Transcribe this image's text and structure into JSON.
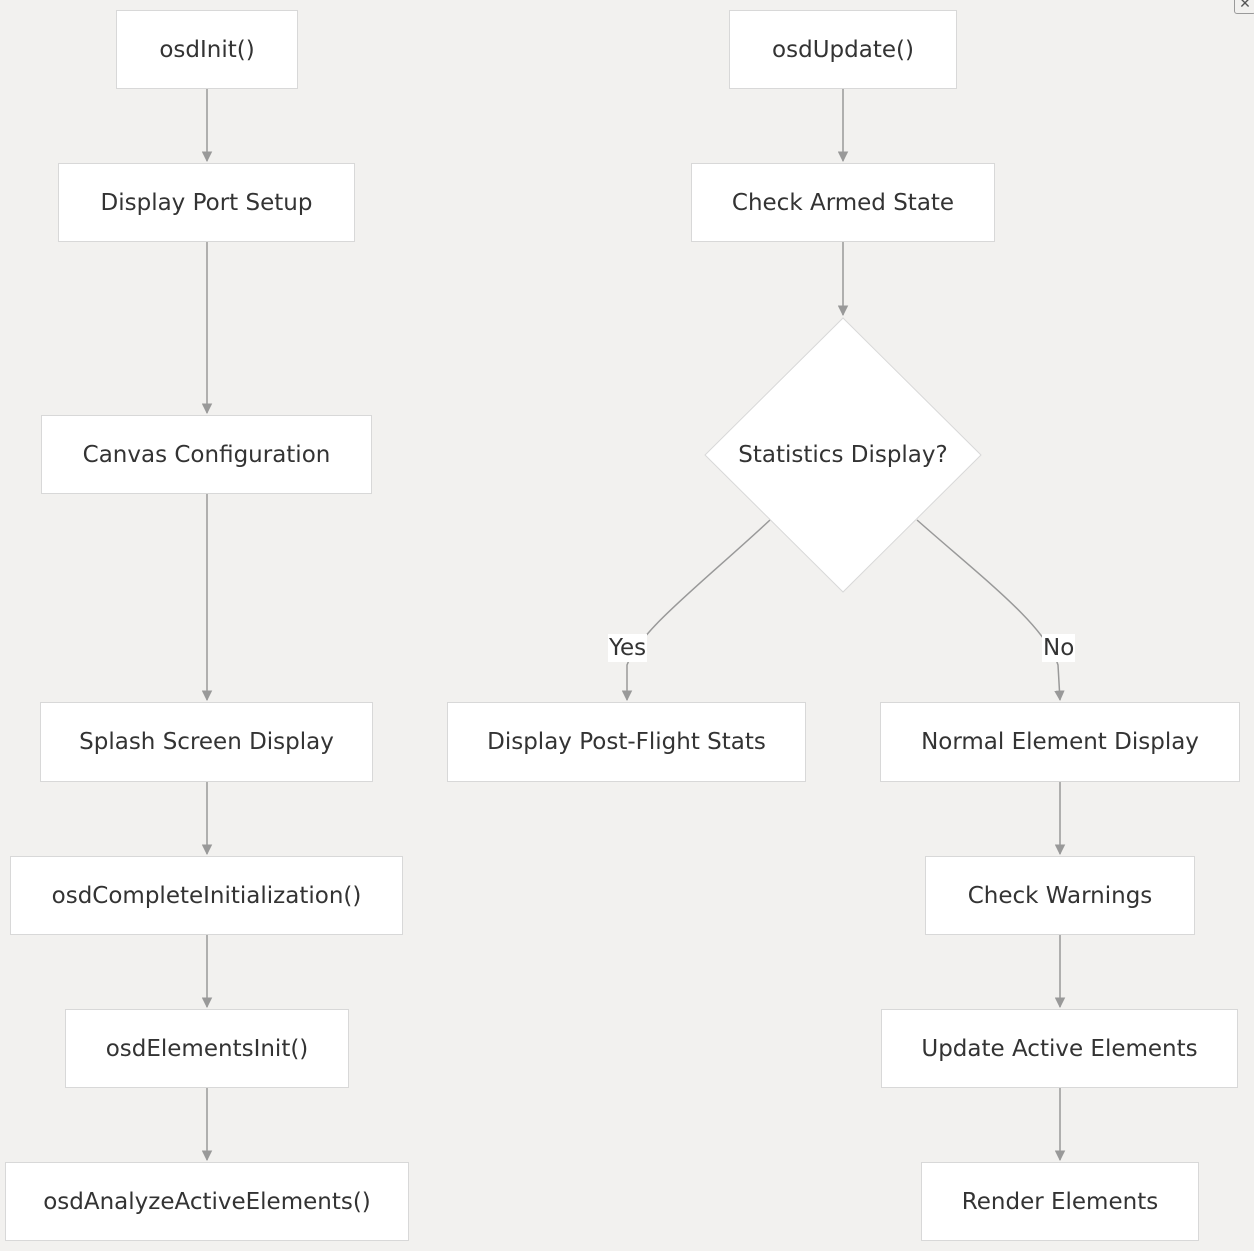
{
  "nodes": {
    "osd_init": "osdInit()",
    "display_port_setup": "Display Port Setup",
    "canvas_configuration": "Canvas Configuration",
    "splash_screen_display": "Splash Screen Display",
    "osd_complete_initialization": "osdCompleteInitialization()",
    "osd_elements_init": "osdElementsInit()",
    "osd_analyze_active_elements": "osdAnalyzeActiveElements()",
    "osd_update": "osdUpdate()",
    "check_armed_state": "Check Armed State",
    "statistics_display": "Statistics Display?",
    "display_post_flight_stats": "Display Post-Flight Stats",
    "normal_element_display": "Normal Element Display",
    "check_warnings": "Check Warnings",
    "update_active_elements": "Update Active Elements",
    "render_elements": "Render Elements"
  },
  "edge_labels": {
    "yes": "Yes",
    "no": "No"
  },
  "colors": {
    "background": "#f2f1ef",
    "node_fill": "#ffffff",
    "node_border": "#d8d8d8",
    "edge": "#999999",
    "text": "#333333"
  },
  "corner_icon": "close-icon"
}
